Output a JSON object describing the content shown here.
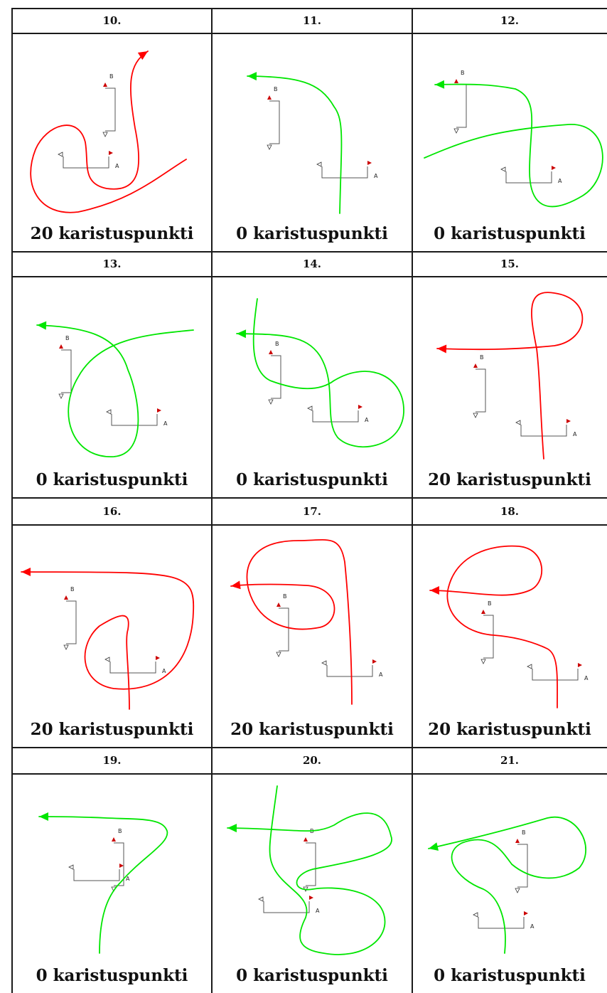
{
  "colors": {
    "penalty": "#ff0000",
    "ok": "#00e600",
    "flag": "#cc0000",
    "frame": "#1a1a1a"
  },
  "gate_labels": {
    "a": "A",
    "b": "B"
  },
  "cells": [
    {
      "number": "10.",
      "caption": "20 karistuspunkti",
      "result": "penalty"
    },
    {
      "number": "11.",
      "caption": "0 karistuspunkti",
      "result": "ok"
    },
    {
      "number": "12.",
      "caption": "0 karistuspunkti",
      "result": "ok"
    },
    {
      "number": "13.",
      "caption": "0 karistuspunkti",
      "result": "ok"
    },
    {
      "number": "14.",
      "caption": "0 karistuspunkti",
      "result": "ok"
    },
    {
      "number": "15.",
      "caption": "20 karistuspunkti",
      "result": "penalty"
    },
    {
      "number": "16.",
      "caption": "20 karistuspunkti",
      "result": "penalty"
    },
    {
      "number": "17.",
      "caption": "20 karistuspunkti",
      "result": "penalty"
    },
    {
      "number": "18.",
      "caption": "20 karistuspunkti",
      "result": "penalty"
    },
    {
      "number": "19.",
      "caption": "0 karistuspunkti",
      "result": "ok"
    },
    {
      "number": "20.",
      "caption": "0 karistuspunkti",
      "result": "ok"
    },
    {
      "number": "21.",
      "caption": "0 karistuspunkti",
      "result": "ok"
    }
  ]
}
